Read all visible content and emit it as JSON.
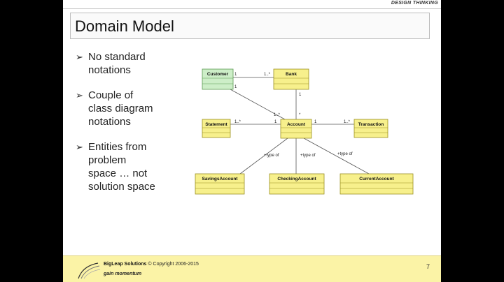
{
  "header": {
    "section_label": "DESIGN THINKING"
  },
  "slide": {
    "title": "Domain Model",
    "bullets": [
      {
        "line1": "No standard",
        "line2": "notations",
        "line3": ""
      },
      {
        "line1": "Couple of",
        "line2": "class diagram",
        "line3": "notations"
      },
      {
        "line1": "Entities from",
        "line2": "problem",
        "line3": "space … not",
        "line4": "solution space"
      }
    ]
  },
  "diagram": {
    "classes": {
      "customer": "Customer",
      "bank": "Bank",
      "statement": "Statement",
      "account": "Account",
      "transaction": "Transaction",
      "savings": "SavingsAccount",
      "checking": "CheckingAccount",
      "current": "CurrentAccount"
    },
    "multiplicities": {
      "customer_bank_1": "1",
      "customer_bank_2": "1..*",
      "customer_account_1": "1",
      "customer_account_2": "1..*",
      "bank_account_1": "1",
      "bank_account_2": "*",
      "statement_account_1": "1..*",
      "statement_account_2": "1",
      "account_transaction_1": "1",
      "account_transaction_2": "1..*"
    },
    "roles": {
      "savings": "+type of",
      "checking": "+type of",
      "current": "+type of"
    },
    "colors": {
      "class_fill": "#f7f08c",
      "customer_fill": "#cdeec8",
      "class_stroke": "#9a8f20"
    }
  },
  "footer": {
    "company_name": "BigLeap Solutions",
    "copyright": "© Copyright 2006-2015",
    "tagline": "gain momentum",
    "page_number": "7"
  }
}
